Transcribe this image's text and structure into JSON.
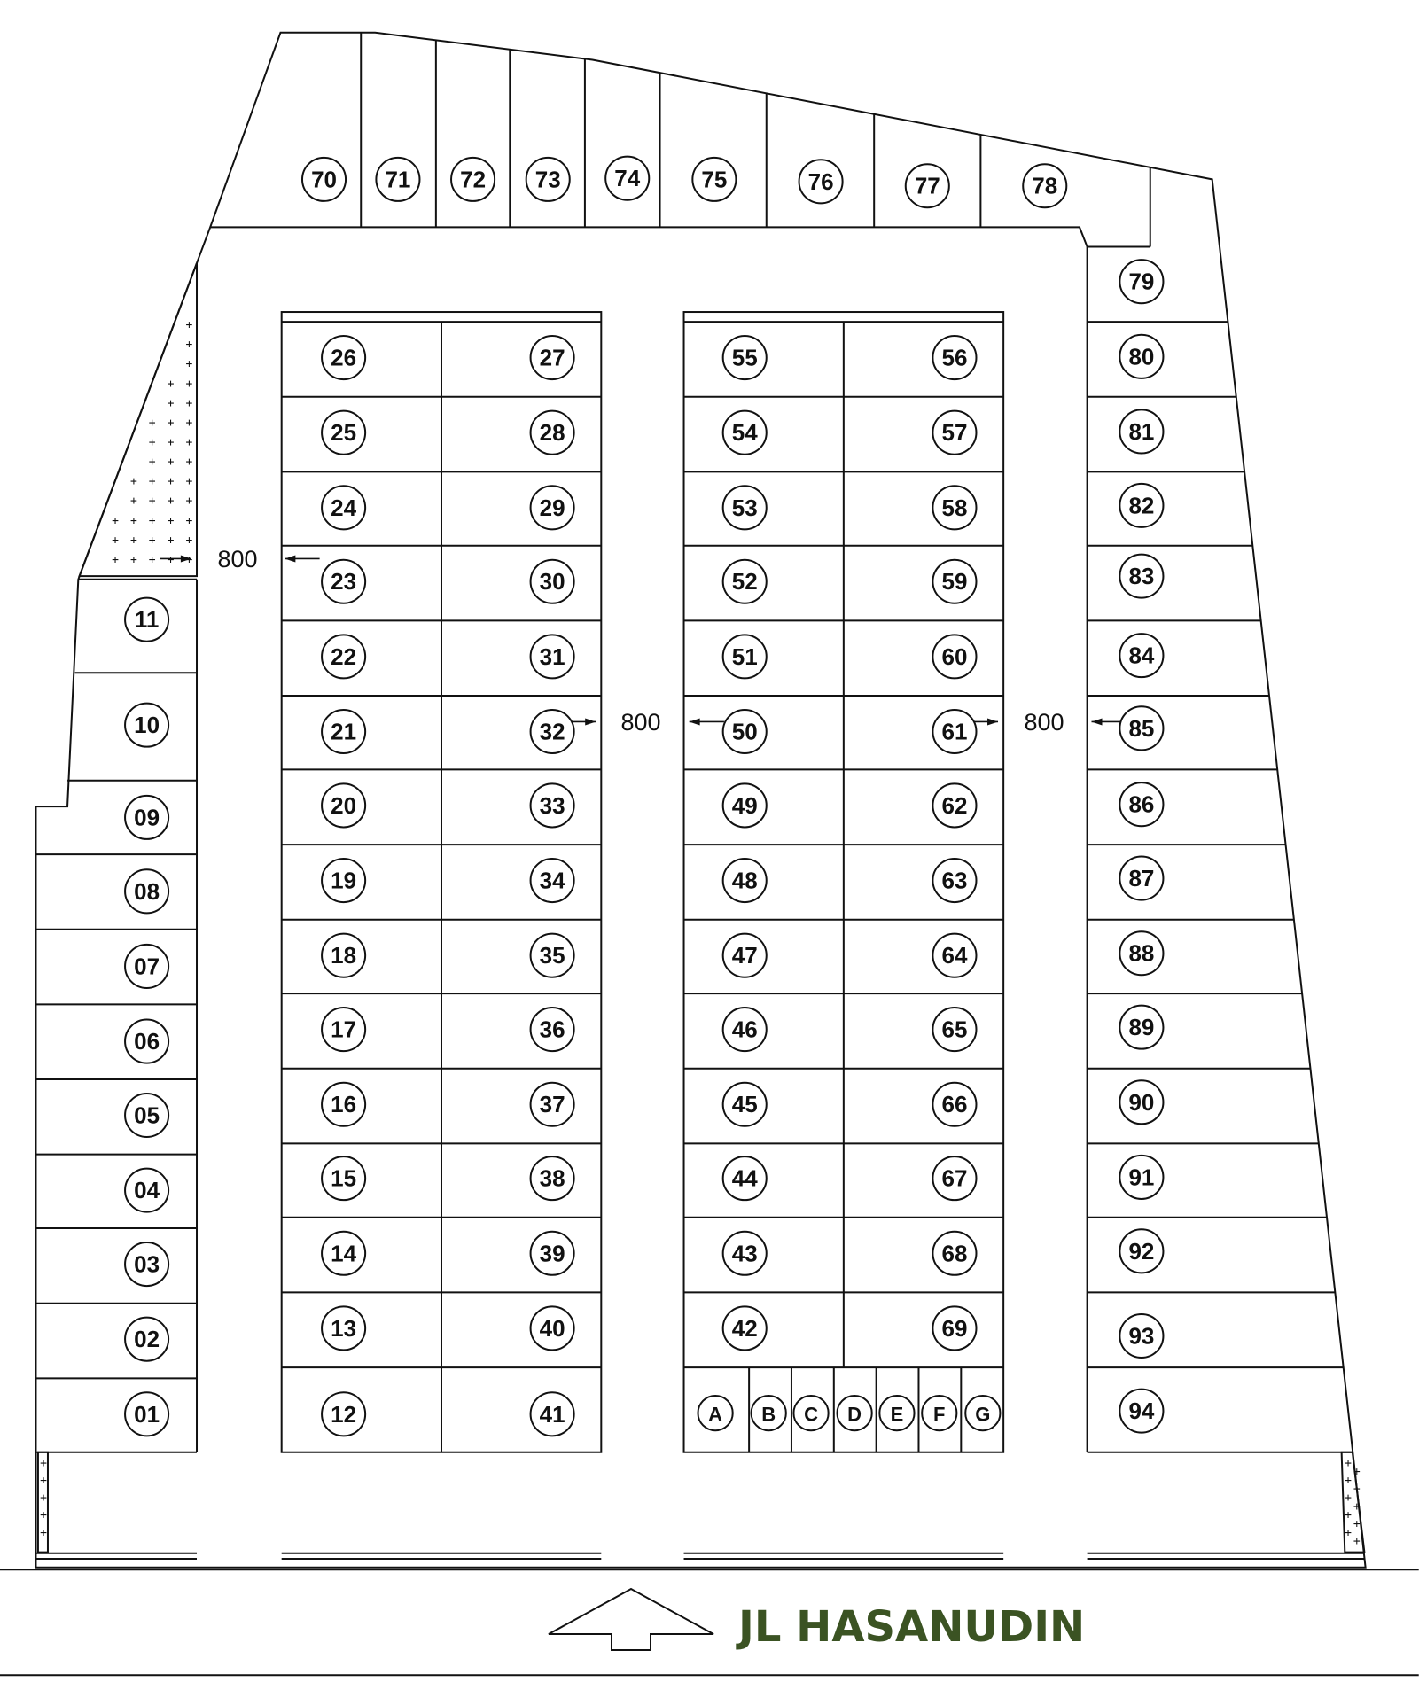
{
  "street": {
    "name": "JL HASANUDIN",
    "color": "#3b5323"
  },
  "dimensions": {
    "road_width": "800"
  },
  "colors": {
    "line": "#111111",
    "background": "#ffffff"
  },
  "lots": {
    "top_row": [
      "70",
      "71",
      "72",
      "73",
      "74",
      "75",
      "76",
      "77",
      "78"
    ],
    "left_column": [
      "11",
      "10",
      "09",
      "08",
      "07",
      "06",
      "05",
      "04",
      "03",
      "02",
      "01"
    ],
    "block1_left": [
      "26",
      "25",
      "24",
      "23",
      "22",
      "21",
      "20",
      "19",
      "18",
      "17",
      "16",
      "15",
      "14",
      "13",
      "12"
    ],
    "block1_right": [
      "27",
      "28",
      "29",
      "30",
      "31",
      "32",
      "33",
      "34",
      "35",
      "36",
      "37",
      "38",
      "39",
      "40",
      "41"
    ],
    "block2_left": [
      "55",
      "54",
      "53",
      "52",
      "51",
      "50",
      "49",
      "48",
      "47",
      "46",
      "45",
      "44",
      "43",
      "42"
    ],
    "block2_right": [
      "56",
      "57",
      "58",
      "59",
      "60",
      "61",
      "62",
      "63",
      "64",
      "65",
      "66",
      "67",
      "68",
      "69"
    ],
    "right_column": [
      "79",
      "80",
      "81",
      "82",
      "83",
      "84",
      "85",
      "86",
      "87",
      "88",
      "89",
      "90",
      "91",
      "92",
      "93",
      "94"
    ],
    "shops": [
      "A",
      "B",
      "C",
      "D",
      "E",
      "F",
      "G"
    ]
  },
  "icons": {
    "entrance": "up-arrow-icon"
  }
}
